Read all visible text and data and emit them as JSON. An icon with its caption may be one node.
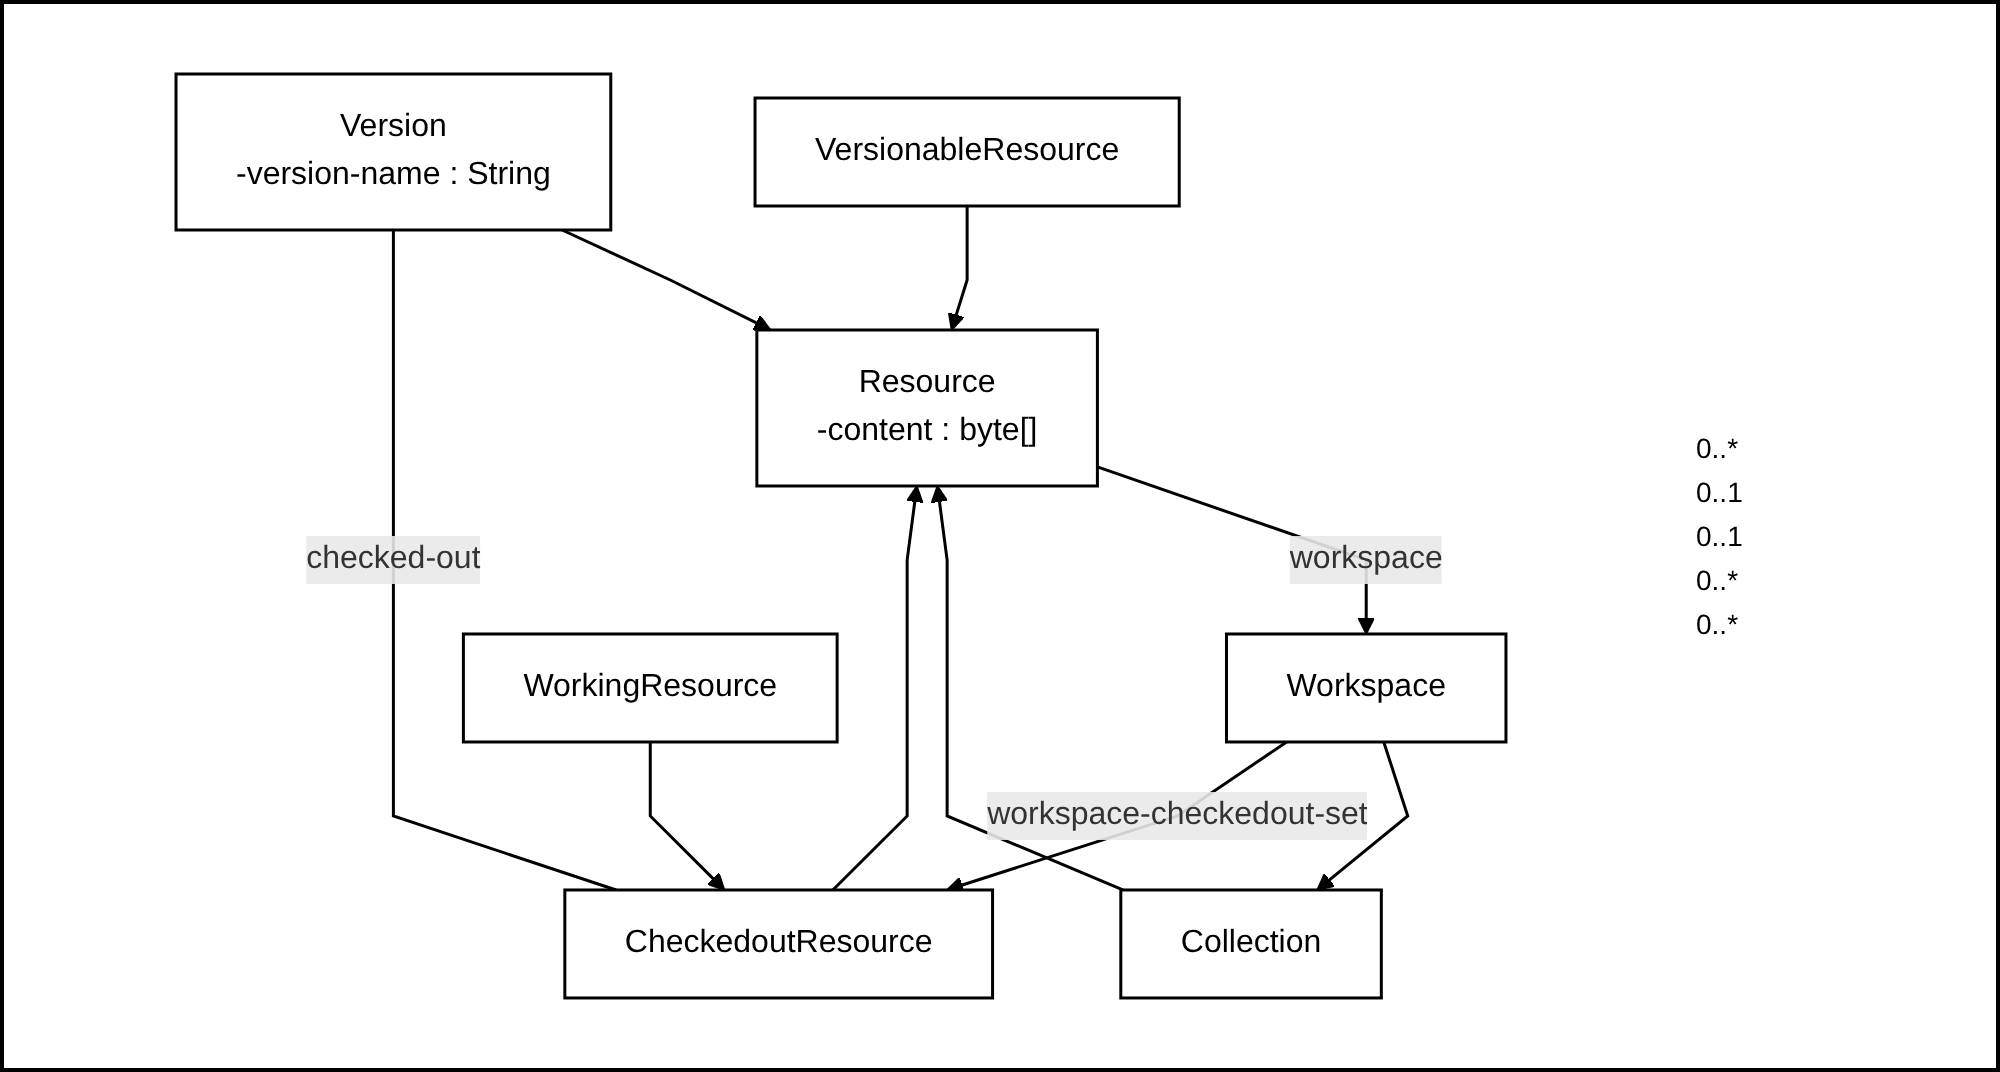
{
  "diagram": {
    "nodes": [
      {
        "text": [
          "Resource",
          "-content : byte[]"
        ]
      },
      {
        "text": [
          "Collection"
        ]
      },
      {
        "text": [
          "VersionableResource"
        ]
      },
      {
        "text": [
          "Version",
          "-version-name : String"
        ]
      },
      {
        "text": [
          "Workspace"
        ]
      },
      {
        "text": [
          "CheckedoutResource"
        ]
      },
      {
        "text": [
          "WorkingResource"
        ]
      }
    ],
    "edges": [
      {
        "from": 0,
        "to": 4,
        "arrow": "to",
        "label": "workspace"
      },
      {
        "from": 1,
        "to": 0,
        "arrow": "to"
      },
      {
        "from": 2,
        "to": 0,
        "arrow": "to"
      },
      {
        "from": 5,
        "to": 0,
        "arrow": "to"
      },
      {
        "from": 3,
        "to": 0,
        "arrow": "to"
      },
      {
        "from": 4,
        "to": 1,
        "arrow": "to"
      },
      {
        "from": 4,
        "to": 5,
        "arrow": "to",
        "label": "workspace-checkedout-set"
      },
      {
        "from": 3,
        "to": 5,
        "arrow": "none",
        "label": "checked-out"
      },
      {
        "from": 6,
        "to": 5,
        "arrow": "to"
      }
    ],
    "labels": [
      "0..*",
      "0..1",
      "0..1",
      "0..*",
      "0..*"
    ]
  }
}
